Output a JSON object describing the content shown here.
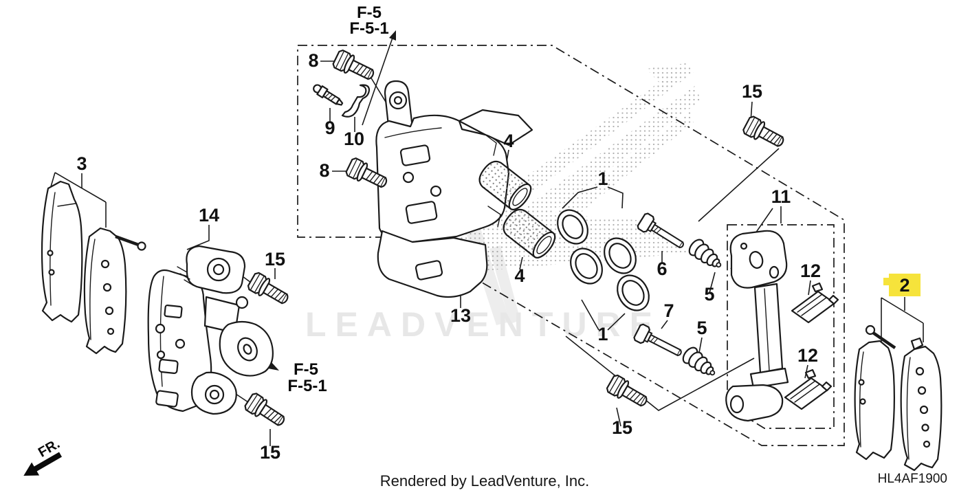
{
  "refs": {
    "top1": "F-5",
    "top2": "F-5-1",
    "mid1": "F-5",
    "mid2": "F-5-1"
  },
  "callouts": [
    {
      "num": "8"
    },
    {
      "num": "9"
    },
    {
      "num": "10"
    },
    {
      "num": "8"
    },
    {
      "num": "3"
    },
    {
      "num": "14"
    },
    {
      "num": "15"
    },
    {
      "num": "15"
    },
    {
      "num": "13"
    },
    {
      "num": "4"
    },
    {
      "num": "4"
    },
    {
      "num": "1"
    },
    {
      "num": "1"
    },
    {
      "num": "6"
    },
    {
      "num": "5"
    },
    {
      "num": "7"
    },
    {
      "num": "5"
    },
    {
      "num": "15"
    },
    {
      "num": "15"
    },
    {
      "num": "11"
    },
    {
      "num": "12"
    },
    {
      "num": "12"
    },
    {
      "num": "2"
    }
  ],
  "highlighted_callout": "2",
  "watermark": "LEADVENTURE",
  "direction": {
    "label": "FR."
  },
  "footer": {
    "rendered_by": "Rendered by LeadVenture, Inc.",
    "diagram_code": "HL4AF1900"
  },
  "colors": {
    "highlight": "#F6E33B",
    "line": "#1a1a1a",
    "watermark_gray": "#e7e7e7"
  }
}
